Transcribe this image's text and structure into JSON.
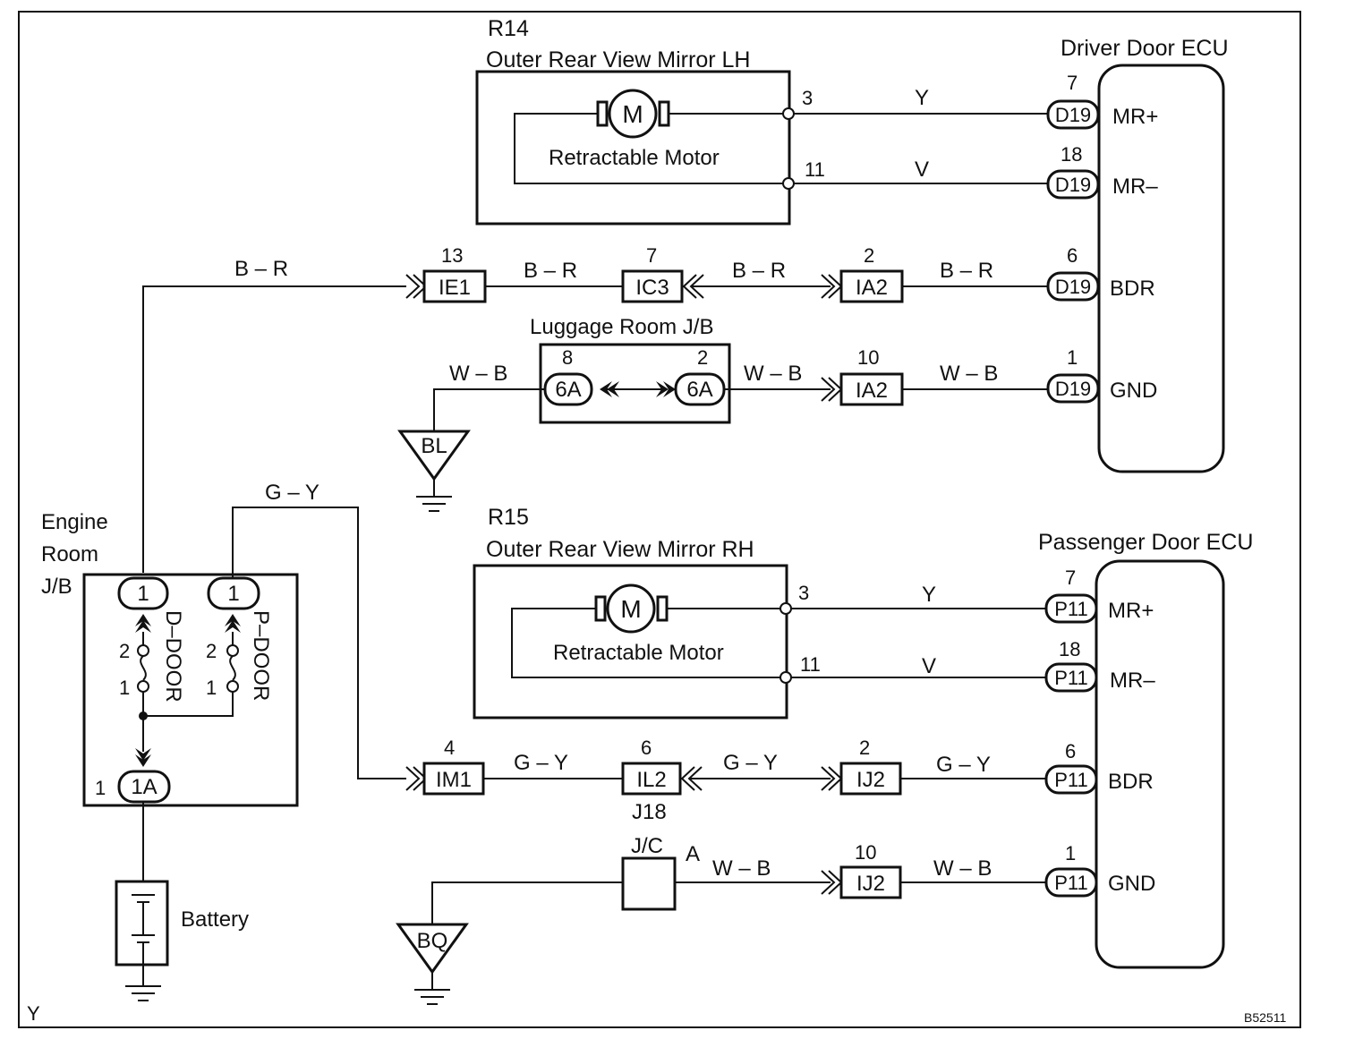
{
  "frame_code": "Y",
  "figure_id": "B52511",
  "components": {
    "r14": {
      "code": "R14",
      "name": "Outer Rear View Mirror LH",
      "motor_symbol": "M",
      "motor_label": "Retractable Motor",
      "pin_mr_plus": "3",
      "pin_mr_minus": "11"
    },
    "r15": {
      "code": "R15",
      "name": "Outer Rear View Mirror RH",
      "motor_symbol": "M",
      "motor_label": "Retractable Motor",
      "pin_mr_plus": "3",
      "pin_mr_minus": "11"
    },
    "driver_ecu": {
      "name": "Driver Door ECU",
      "connector": "D19",
      "pins": [
        {
          "num": "7",
          "signal": "MR+"
        },
        {
          "num": "18",
          "signal": "MR–"
        },
        {
          "num": "6",
          "signal": "BDR"
        },
        {
          "num": "1",
          "signal": "GND"
        }
      ]
    },
    "passenger_ecu": {
      "name": "Passenger Door ECU",
      "connector": "P11",
      "pins": [
        {
          "num": "7",
          "signal": "MR+"
        },
        {
          "num": "18",
          "signal": "MR–"
        },
        {
          "num": "6",
          "signal": "BDR"
        },
        {
          "num": "1",
          "signal": "GND"
        }
      ]
    },
    "engine_jb": {
      "label_line1": "Engine",
      "label_line2": "Room",
      "label_line3": "J/B",
      "fuse_d": "D–DOOR",
      "fuse_p": "P–DOOR",
      "conn_d_pin": "1",
      "conn_p_pin": "1",
      "fuse_pin_top": "2",
      "fuse_pin_bottom": "1",
      "out_connector": "1A",
      "out_pin": "1"
    },
    "luggage_jb": {
      "name": "Luggage Room J/B",
      "connector": "6A",
      "pin_left": "8",
      "pin_right": "2"
    },
    "battery": {
      "label": "Battery"
    },
    "junction_connector": {
      "label": "J/C",
      "pin": "A",
      "code": "J18"
    },
    "grounds": [
      "BL",
      "BQ"
    ]
  },
  "wires": {
    "mr_plus": "Y",
    "mr_minus": "V",
    "driver_bdr": "B – R",
    "passenger_bdr": "G – Y",
    "ground": "W – B"
  },
  "connectors": {
    "ie1": {
      "code": "IE1",
      "pin": "13"
    },
    "ic3": {
      "code": "IC3",
      "pin": "7"
    },
    "ia2_bdr": {
      "code": "IA2",
      "pin": "2"
    },
    "ia2_gnd": {
      "code": "IA2",
      "pin": "10"
    },
    "im1": {
      "code": "IM1",
      "pin": "4"
    },
    "il2": {
      "code": "IL2",
      "pin": "6"
    },
    "ij2_bdr": {
      "code": "IJ2",
      "pin": "2"
    },
    "ij2_gnd": {
      "code": "IJ2",
      "pin": "10"
    }
  }
}
